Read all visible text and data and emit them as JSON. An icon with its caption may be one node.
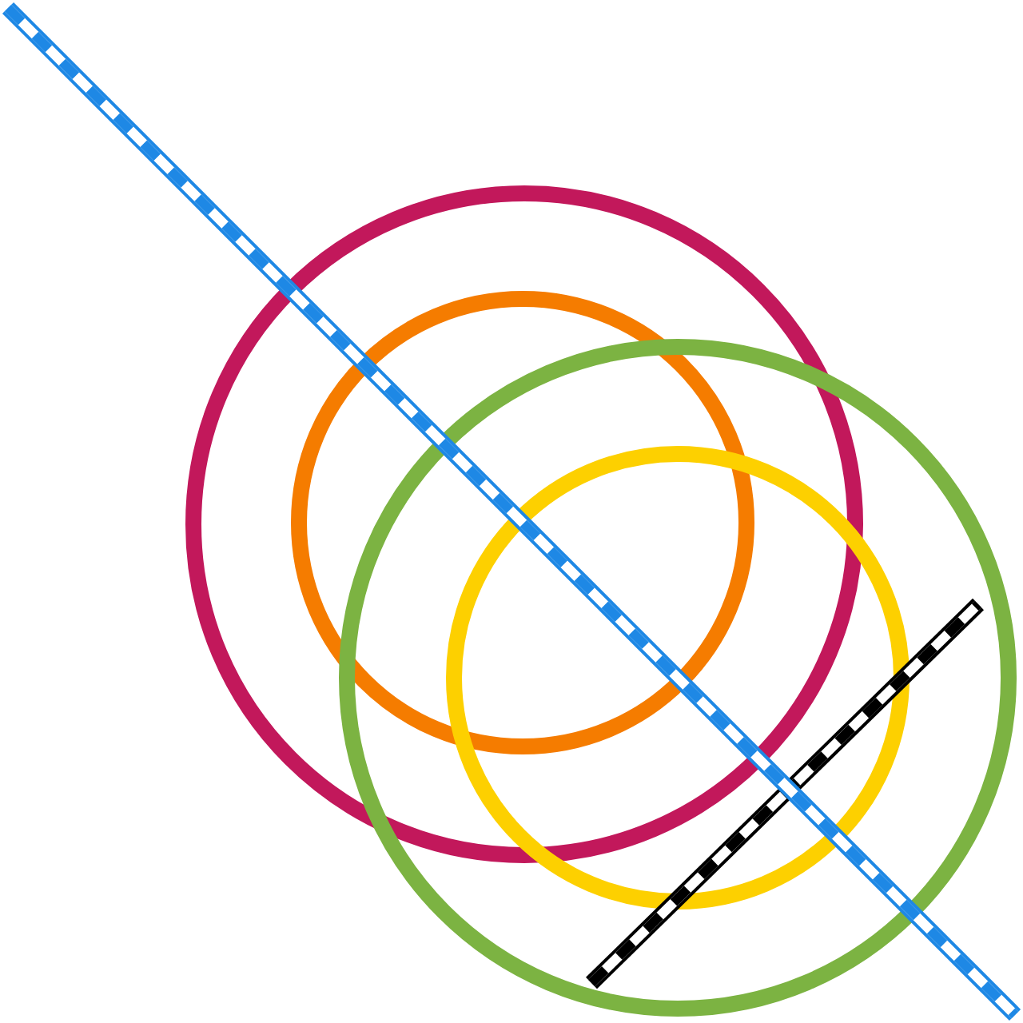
{
  "diagram": {
    "nodes": [
      {
        "text": [],
        "shape": "circle"
      },
      {
        "text": [],
        "shape": "circle",
        "in": 0
      },
      {
        "text": [],
        "shape": "circle"
      },
      {
        "text": [],
        "shape": "circle",
        "in": 2
      }
    ]
  }
}
